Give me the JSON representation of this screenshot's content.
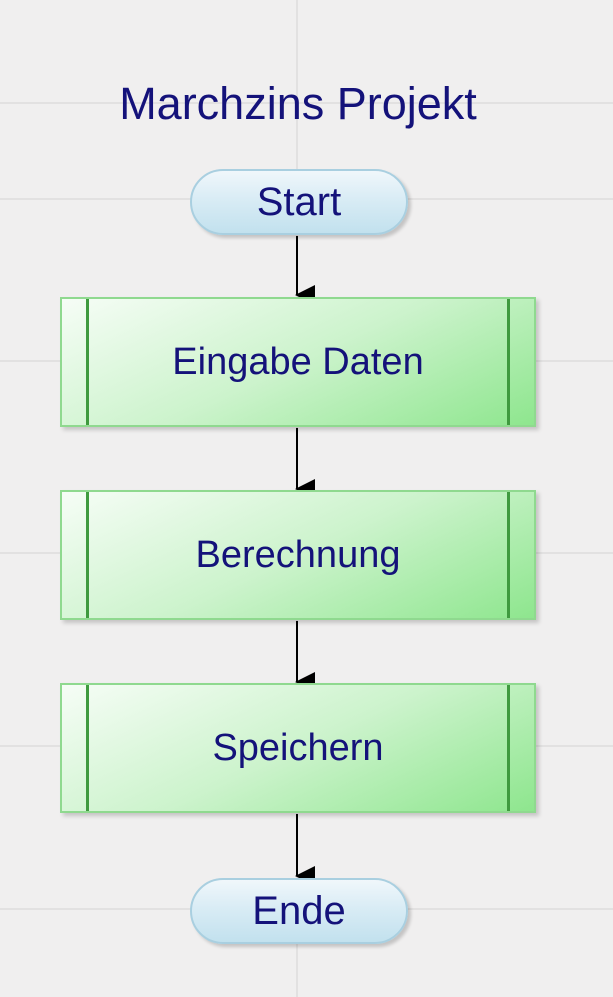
{
  "diagram": {
    "title": "Marchzins Projekt",
    "start": "Start",
    "steps": [
      "Eingabe Daten",
      "Berechnung",
      "Speichern"
    ],
    "end": "Ende"
  },
  "colors": {
    "text": "#14127a",
    "process_fill": "#c8f2c8",
    "process_border": "#8fd98f",
    "terminal_fill": "#d9ecf5",
    "terminal_border": "#a9cfe0",
    "arrow": "#000000",
    "background": "#f0efef",
    "grid": "#e2e1e1"
  }
}
